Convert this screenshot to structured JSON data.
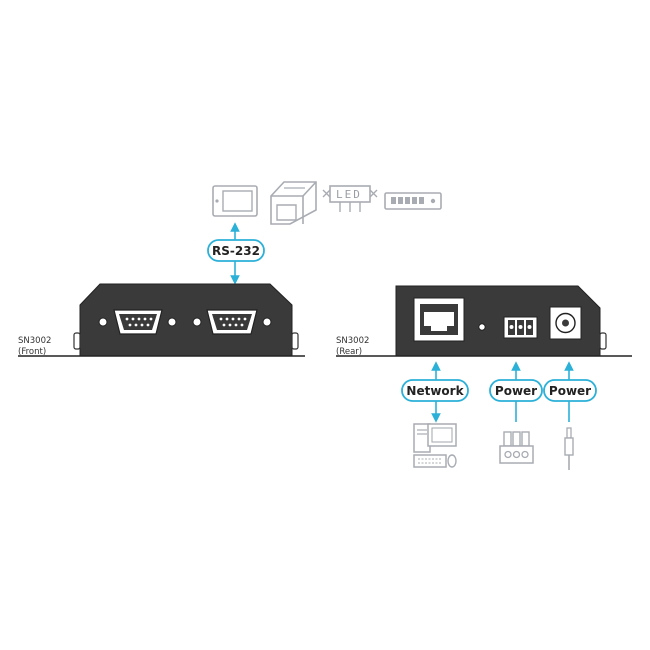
{
  "front": {
    "model": "SN3002",
    "view": "(Front)"
  },
  "rear": {
    "model": "SN3002",
    "view": "(Rear)"
  },
  "callouts": {
    "rs232": "RS-232",
    "network": "Network",
    "power_terminal": "Power",
    "power_dc": "Power"
  },
  "icons": {
    "led_sign_text": "LED"
  },
  "colors": {
    "device_body": "#3a3a3a",
    "accent_blue": "#2bb0d8",
    "icon_gray": "#a8acb2",
    "outline": "#222222"
  }
}
